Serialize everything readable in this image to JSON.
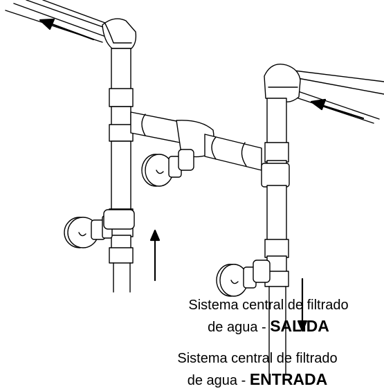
{
  "labels": {
    "outlet": {
      "line1": "Sistema central de filtrado",
      "line2_prefix": "de agua - ",
      "line2_bold": "SALIDA"
    },
    "inlet": {
      "line1": "Sistema central de filtrado",
      "line2_prefix": "de agua - ",
      "line2_bold": "ENTRADA"
    }
  },
  "colors": {
    "stroke": "#000000",
    "fill": "#ffffff"
  }
}
